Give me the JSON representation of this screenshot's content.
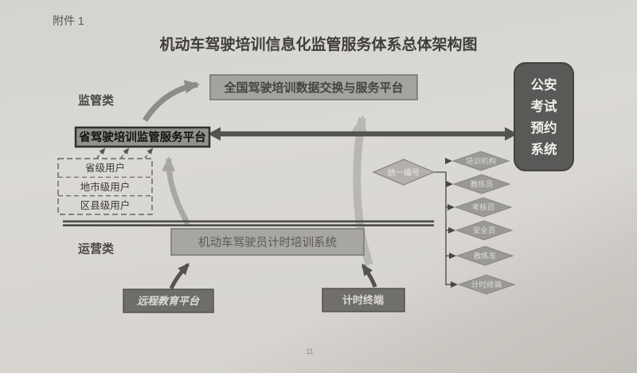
{
  "page": {
    "attachment_label": "附件 1",
    "title": "机动车驾驶培训信息化监管服务体系总体架构图",
    "page_number": "11"
  },
  "categories": {
    "supervision": "监管类",
    "operation": "运营类"
  },
  "nodes": {
    "national_platform": "全国驾驶培训数据交换与服务平台",
    "provincial_platform": "省驾驶培训监管服务平台",
    "user_levels": [
      "省级用户",
      "地市级用户",
      "区县级用户"
    ],
    "timing_training_system": "机动车驾驶员计时培训系统",
    "remote_education_platform": "远程教育平台",
    "timing_terminal": "计时终端",
    "police_exam_system_lines": [
      "公安",
      "考试",
      "预约",
      "系统"
    ],
    "unified_numbering": "统一编号",
    "record_items": [
      "培训机构",
      "教练员",
      "考核员",
      "安全员",
      "教练车",
      "计时终端"
    ]
  },
  "colors": {
    "paper": "#d9d7d3",
    "box_gray_fill": "#a5a39f",
    "box_dark_fill": "#6f6d69",
    "police_box_fill": "#595957",
    "provincial_box_fill": "#93918d",
    "diamond_fill": "#9b9995",
    "arrow_dark": "#53534f",
    "arrow_light": "#b9b7b2",
    "text_dark": "#403e3a",
    "text_light": "#dcdad6"
  }
}
